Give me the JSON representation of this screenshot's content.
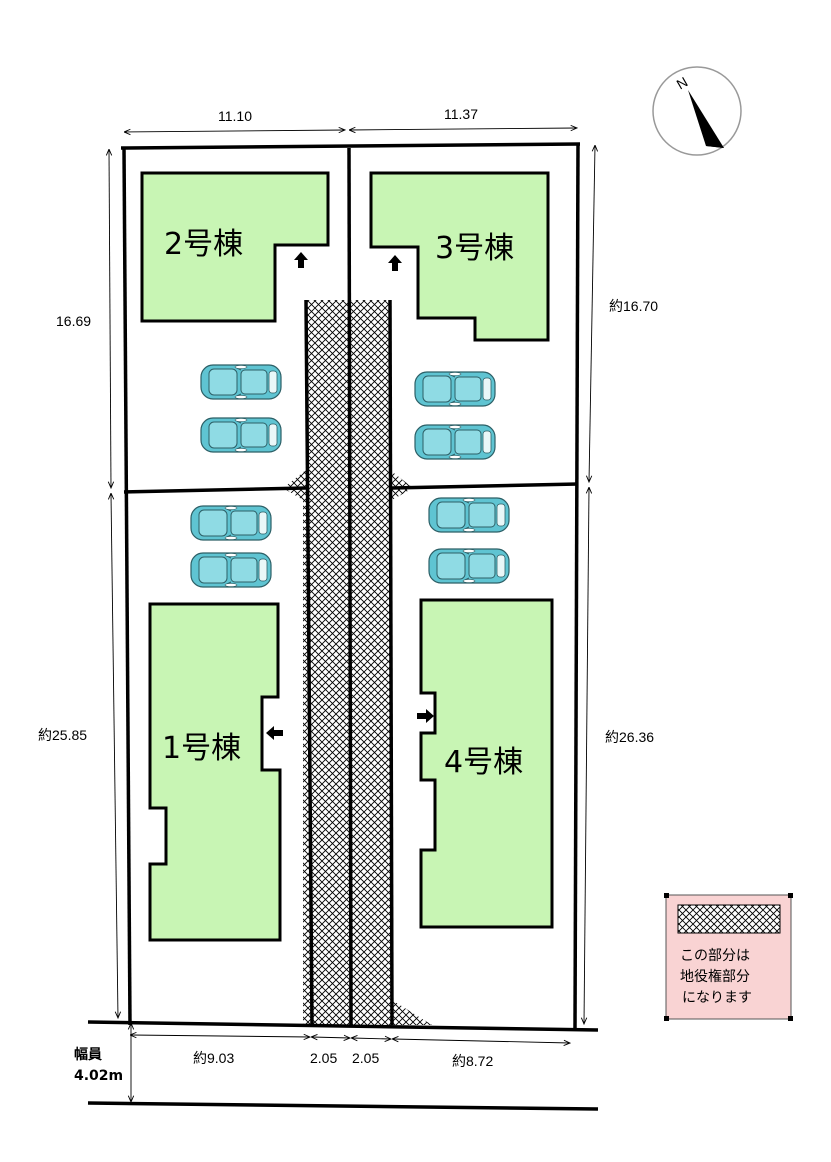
{
  "buildings": [
    {
      "id": "1",
      "label": "1号棟"
    },
    {
      "id": "2",
      "label": "2号棟"
    },
    {
      "id": "3",
      "label": "3号棟"
    },
    {
      "id": "4",
      "label": "4号棟"
    }
  ],
  "dimensions": {
    "top_left": "11.10",
    "top_right": "11.37",
    "left_upper": "16.69",
    "left_lower": "約25.85",
    "right_upper": "約16.70",
    "right_lower": "約26.36",
    "bottom_left": "約9.03",
    "bottom_mid_left": "2.05",
    "bottom_mid_right": "2.05",
    "bottom_right": "約8.72"
  },
  "road": {
    "label_line1": "幅員",
    "label_line2": "4.02m"
  },
  "legend": {
    "line1": "この部分は",
    "line2": "地役権部分",
    "line3": "になります"
  },
  "compass": {
    "north_label": "N"
  },
  "colors": {
    "building_fill": "#c8f5b4",
    "car_body": "#5fc4d2",
    "legend_bg": "#f9d3d3",
    "easement_hatch": "#000000"
  }
}
